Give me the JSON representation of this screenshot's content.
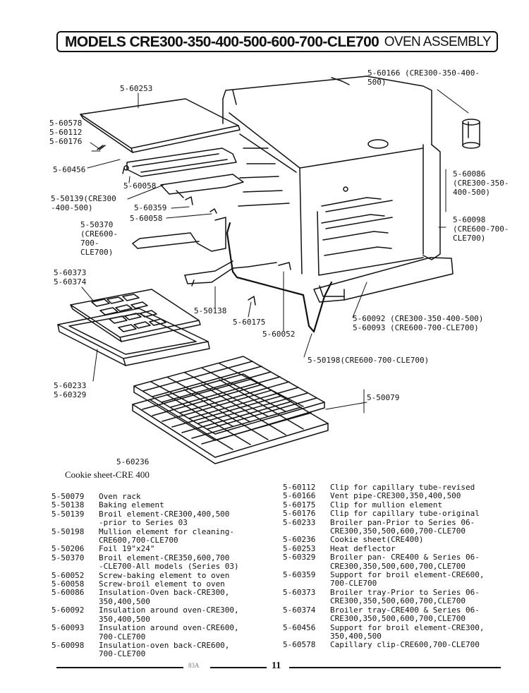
{
  "header": {
    "models": "MODELS CRE300-350-400-500-600-700-CLE700",
    "section": "OVEN ASSEMBLY"
  },
  "callouts": [
    {
      "id": "c1",
      "text": "5-60166 (CRE300-350-400-\n500)"
    },
    {
      "id": "c2",
      "text": "5-60253"
    },
    {
      "id": "c3",
      "text": "5-60578\n5-60112\n5-60176"
    },
    {
      "id": "c4",
      "text": "5-60456"
    },
    {
      "id": "c5",
      "text": "5-60058"
    },
    {
      "id": "c6",
      "text": "5-50139(CRE300\n-400-500)"
    },
    {
      "id": "c7",
      "text": "5-60359"
    },
    {
      "id": "c8",
      "text": "5-60058"
    },
    {
      "id": "c9",
      "text": "5-50370\n(CRE600-\n700-\nCLE700)"
    },
    {
      "id": "c10",
      "text": "5-60086\n(CRE300-350-\n400-500)"
    },
    {
      "id": "c11",
      "text": "5-60098\n(CRE600-700-\nCLE700)"
    },
    {
      "id": "c12",
      "text": "5-60373\n5-60374"
    },
    {
      "id": "c13",
      "text": "5-50138"
    },
    {
      "id": "c14",
      "text": "5-60175"
    },
    {
      "id": "c15",
      "text": "5-60052"
    },
    {
      "id": "c16",
      "text": "5-60092 (CRE300-350-400-500)\n5-60093 (CRE600-700-CLE700)"
    },
    {
      "id": "c17",
      "text": "5-50198(CRE600-700-CLE700)"
    },
    {
      "id": "c18",
      "text": "5-60233\n5-60329"
    },
    {
      "id": "c19",
      "text": "5-50079"
    },
    {
      "id": "c20",
      "text": "5-60236"
    }
  ],
  "cookie_caption": "Cookie sheet-CRE 400",
  "parts_left": [
    {
      "num": "5-50079",
      "desc": "Oven rack"
    },
    {
      "num": "5-50138",
      "desc": "Baking element"
    },
    {
      "num": "5-50139",
      "desc": "Broil element-CRE300,400,500\n-prior to Series 03"
    },
    {
      "num": "5-50198",
      "desc": "Mullion element for cleaning-\nCRE600,700-CLE700"
    },
    {
      "num": "5-50206",
      "desc": "Foil 19\"x24\""
    },
    {
      "num": "5-50370",
      "desc": "Broil element-CRE350,600,700\n-CLE700-All models (Series 03)"
    },
    {
      "num": "5-60052",
      "desc": "Screw-baking element to oven"
    },
    {
      "num": "5-60058",
      "desc": "Screw-broil element to oven"
    },
    {
      "num": "5-60086",
      "desc": "Insulation-Oven back-CRE300,\n350,400,500"
    },
    {
      "num": "5-60092",
      "desc": "Insulation around oven-CRE300,\n350,400,500"
    },
    {
      "num": "5-60093",
      "desc": "Insulation around oven-CRE600,\n700-CLE700"
    },
    {
      "num": "5-60098",
      "desc": "Insulation-oven back-CRE600,\n700-CLE700"
    }
  ],
  "parts_right": [
    {
      "num": "5-60112",
      "desc": "Clip for capillary tube-revised"
    },
    {
      "num": "5-60166",
      "desc": "Vent pipe-CRE300,350,400,500"
    },
    {
      "num": "5-60175",
      "desc": "Clip for mullion element"
    },
    {
      "num": "5-60176",
      "desc": "Clip for capillary tube-original"
    },
    {
      "num": "5-60233",
      "desc": "Broiler pan-Prior to Series 06-\nCRE300,350,500,600,700-CLE700"
    },
    {
      "num": "5-60236",
      "desc": "Cookie sheet(CRE400)"
    },
    {
      "num": "5-60253",
      "desc": "Heat deflector"
    },
    {
      "num": "5-60329",
      "desc": "Broiler pan- CRE400 & Series 06-\nCRE300,350,500,600,700,CLE700"
    },
    {
      "num": "5-60359",
      "desc": "Support for broil element-CRE600,\n700-CLE700"
    },
    {
      "num": "5-60373",
      "desc": "Broiler tray-Prior to Series 06-\nCRE300,350,500,600,700,CLE700"
    },
    {
      "num": "5-60374",
      "desc": "Broiler tray-CRE400 & Series 06-\nCRE300,350,500,600,700,CLE700"
    },
    {
      "num": "5-60456",
      "desc": "Support for broil element-CRE300,\n350,400,500"
    },
    {
      "num": "5-60578",
      "desc": "Capillary clip-CRE600,700-CLE700"
    }
  ],
  "footer": {
    "code": "83A",
    "page": "11"
  }
}
